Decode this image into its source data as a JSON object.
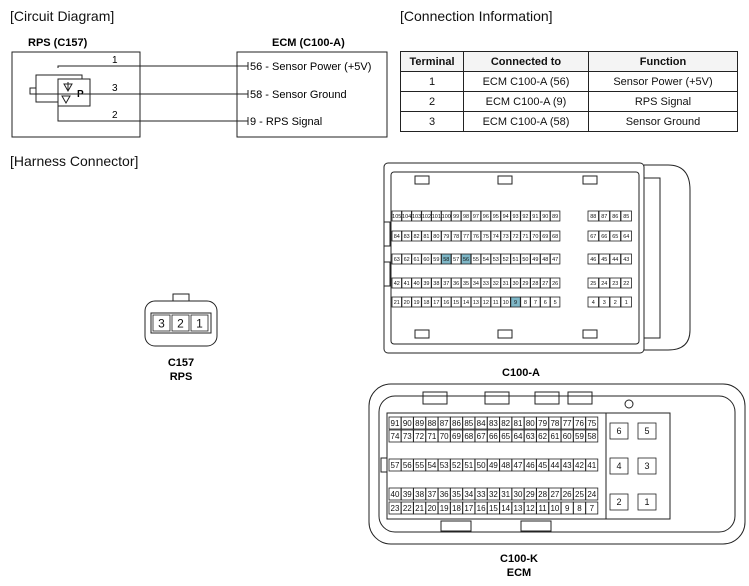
{
  "circuit": {
    "header": "[Circuit Diagram]",
    "rps_title": "RPS (C157)",
    "ecm_title": "ECM (C100-A)",
    "sensor_letter": "P",
    "wires": [
      {
        "terminal": "1",
        "label": "56 - Sensor Power (+5V)"
      },
      {
        "terminal": "3",
        "label": "58 - Sensor Ground"
      },
      {
        "terminal": "2",
        "label": "9 - RPS Signal"
      }
    ]
  },
  "connection": {
    "header": "[Connection Information]",
    "columns": [
      "Terminal",
      "Connected to",
      "Function"
    ],
    "rows": [
      [
        "1",
        "ECM C100-A (56)",
        "Sensor Power (+5V)"
      ],
      [
        "2",
        "ECM C100-A (9)",
        "RPS Signal"
      ],
      [
        "3",
        "ECM C100-A (58)",
        "Sensor Ground"
      ]
    ]
  },
  "harness": {
    "header": "[Harness Connector]",
    "c157": {
      "pins": [
        "3",
        "2",
        "1"
      ],
      "label_line1": "C157",
      "label_line2": "RPS"
    },
    "c100a": {
      "label": "C100-A",
      "highlight_color": "#7fb8c8",
      "highlighted_pins": [
        "58",
        "56",
        "9"
      ],
      "rows": [
        {
          "left": [
            "105",
            "104",
            "103",
            "102",
            "101",
            "100",
            "99",
            "98",
            "97",
            "96",
            "95",
            "94",
            "93",
            "92",
            "91",
            "90",
            "89"
          ],
          "right": [
            "88",
            "87",
            "86",
            "85"
          ]
        },
        {
          "left": [
            "84",
            "83",
            "82",
            "81",
            "80",
            "79",
            "78",
            "77",
            "76",
            "75",
            "74",
            "73",
            "72",
            "71",
            "70",
            "69",
            "68"
          ],
          "right": [
            "67",
            "66",
            "65",
            "64"
          ]
        },
        {
          "left": [
            "63",
            "62",
            "61",
            "60",
            "59",
            "58",
            "57",
            "56",
            "55",
            "54",
            "53",
            "52",
            "51",
            "50",
            "49",
            "48",
            "47"
          ],
          "right": [
            "46",
            "45",
            "44",
            "43"
          ]
        },
        {
          "left": [
            "42",
            "41",
            "40",
            "39",
            "38",
            "37",
            "36",
            "35",
            "34",
            "33",
            "32",
            "31",
            "30",
            "29",
            "28",
            "27",
            "26"
          ],
          "right": [
            "25",
            "24",
            "23",
            "22"
          ]
        },
        {
          "left": [
            "21",
            "20",
            "19",
            "18",
            "17",
            "16",
            "15",
            "14",
            "13",
            "12",
            "11",
            "10",
            "9",
            "8",
            "7",
            "6",
            "5"
          ],
          "right": [
            "4",
            "3",
            "2",
            "1"
          ]
        }
      ]
    },
    "c100k": {
      "label_line1": "C100-K",
      "label_line2": "ECM",
      "rows": [
        [
          "91",
          "90",
          "89",
          "88",
          "87",
          "86",
          "85",
          "84",
          "83",
          "82",
          "81",
          "80",
          "79",
          "78",
          "77",
          "76",
          "75"
        ],
        [
          "74",
          "73",
          "72",
          "71",
          "70",
          "69",
          "68",
          "67",
          "66",
          "65",
          "64",
          "63",
          "62",
          "61",
          "60",
          "59",
          "58"
        ],
        [
          "57",
          "56",
          "55",
          "54",
          "53",
          "52",
          "51",
          "50",
          "49",
          "48",
          "47",
          "46",
          "45",
          "44",
          "43",
          "42",
          "41"
        ],
        [
          "40",
          "39",
          "38",
          "37",
          "36",
          "35",
          "34",
          "33",
          "32",
          "31",
          "30",
          "29",
          "28",
          "27",
          "26",
          "25",
          "24"
        ],
        [
          "23",
          "22",
          "21",
          "20",
          "19",
          "18",
          "17",
          "16",
          "15",
          "14",
          "13",
          "12",
          "11",
          "10",
          "9",
          "8",
          "7"
        ]
      ],
      "big_pins": [
        [
          "6",
          "5"
        ],
        [
          "4",
          "3"
        ],
        [
          "2",
          "1"
        ]
      ]
    }
  }
}
